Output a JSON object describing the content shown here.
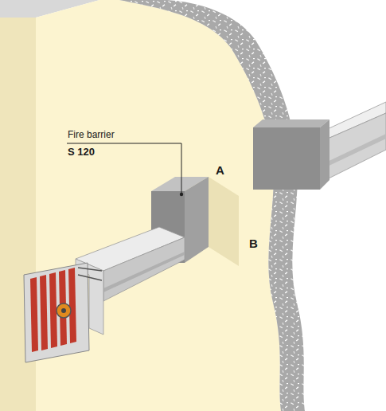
{
  "diagram": {
    "labels": [
      "Fire barrier",
      "S 120",
      "A",
      "B"
    ]
  }
}
